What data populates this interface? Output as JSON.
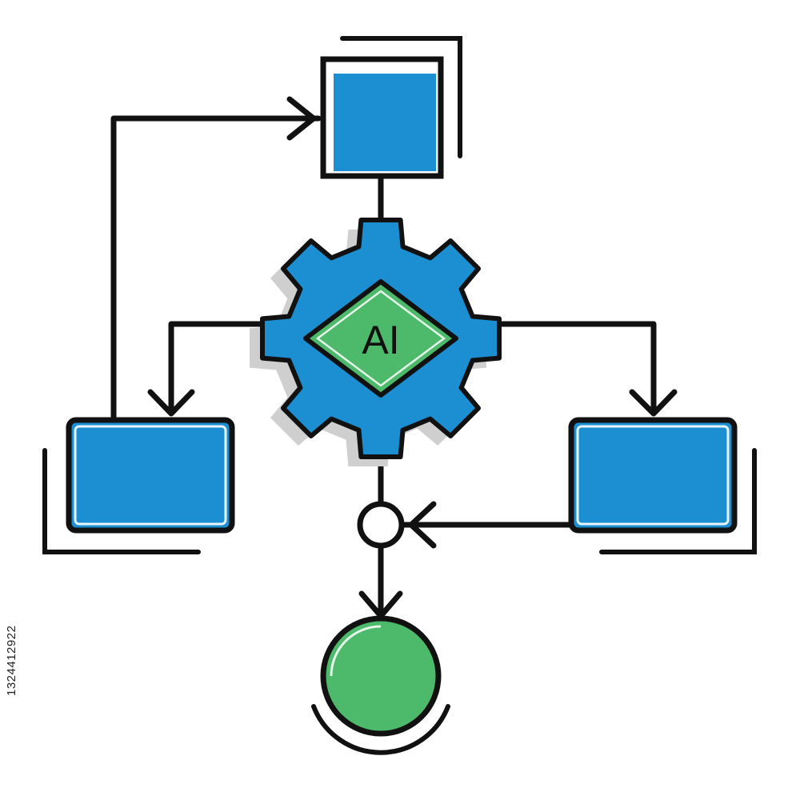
{
  "colors": {
    "stroke": "#111111",
    "blue": "#1b8fd1",
    "green": "#4cba6a",
    "shadow": "#cfcfcf",
    "background": "#ffffff"
  },
  "gear": {
    "label": "AI"
  },
  "watermark": {
    "stock_id": "1324412922"
  },
  "nodes": [
    {
      "name": "top-box",
      "shape": "rectangle"
    },
    {
      "name": "left-box",
      "shape": "rectangle"
    },
    {
      "name": "right-box",
      "shape": "rectangle"
    },
    {
      "name": "ai-gear",
      "shape": "gear",
      "icon": "gear-icon"
    },
    {
      "name": "merge-node",
      "shape": "small-circle"
    },
    {
      "name": "end-node",
      "shape": "circle"
    }
  ],
  "edges": [
    {
      "from": "left-box",
      "to": "top-box"
    },
    {
      "from": "top-box",
      "to": "ai-gear"
    },
    {
      "from": "ai-gear",
      "to": "left-box"
    },
    {
      "from": "ai-gear",
      "to": "right-box"
    },
    {
      "from": "ai-gear",
      "to": "merge-node"
    },
    {
      "from": "right-box",
      "to": "merge-node"
    },
    {
      "from": "merge-node",
      "to": "end-node"
    }
  ]
}
